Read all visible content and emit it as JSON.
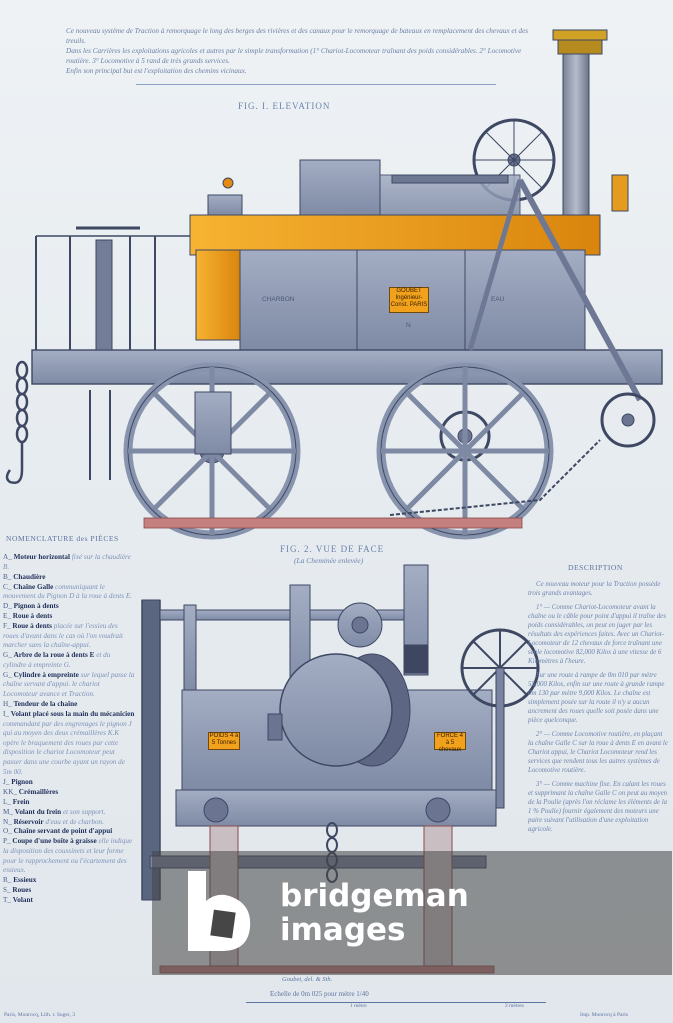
{
  "intro": [
    "Ce nouveau système de Traction à remorquage le long des berges des rivières et des canaux pour le remorquage de bateaux en remplacement des chevaux et des treuils.",
    "Dans les Carrières les exploitations agricoles et autres par le simple transformation (1° Chariot-Locomoteur traînant des poids considérables. 2° Locomotive routière. 3° Locomotive à 5 rand de très grands services.",
    "Enfin son principal but est l'exploitation des chemins vicinaux."
  ],
  "fig1": {
    "title": "Fig. I. ELEVATION"
  },
  "fig1_labels": {
    "charbon": "CHARBON",
    "eau": "EAU",
    "n": "N",
    "goubet_plate": "GOUBET Ingénieur-Const. PARIS"
  },
  "fig2": {
    "title": "Fig. 2. VUE DE FACE",
    "subtitle": "(La Cheminée enlevée)"
  },
  "fig2_labels": {
    "left_plate": "POIDS 4 à 5 Tonnes",
    "right_plate": "FORCE 4 à 5 chevaux"
  },
  "nomenclature": {
    "title": "NOMENCLATURE des PIÈCES",
    "items": [
      {
        "key": "A",
        "name": "Moteur horizontal",
        "desc": "fixé sur la chaudière B."
      },
      {
        "key": "B",
        "name": "Chaudière",
        "desc": ""
      },
      {
        "key": "C",
        "name": "Chaîne Galle",
        "desc": "communiquant le mouvement du Pignon D à la roue à dents E."
      },
      {
        "key": "D",
        "name": "Pignon à dents",
        "desc": ""
      },
      {
        "key": "E",
        "name": "Roue à dents",
        "desc": ""
      },
      {
        "key": "F",
        "name": "Roue à dents",
        "desc": "placée sur l'essieu des roues d'avant dans le cas où l'on voudrait marcher sans la chaîne-appui."
      },
      {
        "key": "G",
        "name": "Arbre de la roue à dents E",
        "desc": "et du cylindre à empreinte G."
      },
      {
        "key": "G",
        "name": "Cylindre à empreinte",
        "desc": "sur lequel passe la chaîne servant d'appui. le chariot Locomoteur avance et Traction."
      },
      {
        "key": "H",
        "name": "Tendeur de la chaîne",
        "desc": ""
      },
      {
        "key": "I",
        "name": "Volant placé sous la main du mécanicien",
        "desc": "commandant par des engrenages le pignon J qui au moyen des deux crémaillères K.K opère le braquement des roues par cette disposition le chariot Locomoteur peut passer dans une courbe ayant un rayon de 5m 00."
      },
      {
        "key": "J",
        "name": "Pignon",
        "desc": ""
      },
      {
        "key": "KK",
        "name": "Crémaillères",
        "desc": ""
      },
      {
        "key": "L",
        "name": "Frein",
        "desc": ""
      },
      {
        "key": "M",
        "name": "Volant du frein",
        "desc": "et son support."
      },
      {
        "key": "N",
        "name": "Réservoir",
        "desc": "d'eau et de charbon."
      },
      {
        "key": "O",
        "name": "Chaîne servant de point d'appui",
        "desc": ""
      },
      {
        "key": "P",
        "name": "Coupe d'une boîte à graisse",
        "desc": "elle indique la disposition des coussinets et leur forme pour le rapprochement ou l'écartement des essieux."
      },
      {
        "key": "R",
        "name": "Essieux",
        "desc": ""
      },
      {
        "key": "S",
        "name": "Roues",
        "desc": ""
      },
      {
        "key": "T",
        "name": "Volant",
        "desc": ""
      }
    ]
  },
  "description": {
    "title": "DESCRIPTION",
    "paragraphs": [
      "Ce nouveau moteur pour la Traction possède trois grands avantages.",
      "1° — Comme Chariot-Locomoteur avant la chaîne ou le câble pour point d'appui il traîne des poids considérables, on peut en juger par les résultats des expériences faites. Avec un Chariot-Locomoteur de 12 chevaux de force traînant une seule locomotive 82,000 Kilos à une vitesse de 6 Kilomètres à l'heure.",
      "Sur une route à rampe de 0m 010 par mètre 55,000 Kilos, enfin sur une route à grande rampe 0m 130 par mètre 9,000 Kilos. Le chaîne est simplement posée sur la route il n'y a aucun ancrement des roues quelle soit posée dans une pièce quelconque.",
      "2° — Comme Locomotive routière, en plaçant la chaîne Galle C sur la roue à dents E en avant le Chariot appui, le Chariot Locomoteur rend les services que rendent tous les autres systèmes de Locomotive routière.",
      "3° — Comme machine fixe. En calant les roues et supprimant la chaîne Galle C on peut au moyen de la Poulie (après l'on réclame les éléments de la 1 % Poulie) fournir également des moteurs une paire suivant l'utilisation d'une exploitation agricole."
    ]
  },
  "footer": {
    "signature": "Goubet, del. & Sth.",
    "scale": "Echelle de 0m 025 pour mètre 1/40",
    "left_credit": "Paris, Monrocq, Lith. r. Suger, 3",
    "right_credit": "Imp. Monrocq à Paris",
    "scale_mark_left": "1 mètre",
    "scale_mark_right": "2 mètres"
  },
  "watermark": {
    "line1": "bridgeman",
    "line2": "images"
  },
  "colors": {
    "paper": "#e8edf1",
    "metal": "#8a95ae",
    "metal_dark": "#5a6682",
    "boiler_orange": "#f2a11c",
    "chimney_top": "#c9a02a",
    "rail": "#c47f7f",
    "ink": "#3a4a6a"
  }
}
